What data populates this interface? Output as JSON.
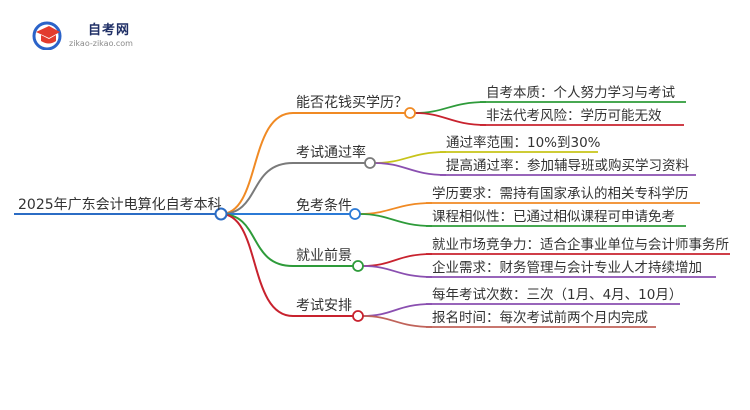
{
  "site": {
    "title": "自考网",
    "url": "zikao-zikao.com"
  },
  "root": {
    "label": "2025年广东会计电算化自考本科"
  },
  "branches": [
    {
      "label": "能否花钱买学历？",
      "color": "#f08a24",
      "children": [
        {
          "label": "自考本质：个人努力学习与考试",
          "color": "#2e9b3a"
        },
        {
          "label": "非法代考风险：学历可能无效",
          "color": "#c8222e"
        }
      ]
    },
    {
      "label": "考试通过率",
      "color": "#7a7a7a",
      "children": [
        {
          "label": "通过率范围：10%到30%",
          "color": "#c7c41a"
        },
        {
          "label": "提高通过率：参加辅导班或购买学习资料",
          "color": "#8a4fb0"
        }
      ]
    },
    {
      "label": "免考条件",
      "color": "#2b7ad6",
      "children": [
        {
          "label": "学历要求：需持有国家承认的相关专科学历",
          "color": "#f08a24"
        },
        {
          "label": "课程相似性：已通过相似课程可申请免考",
          "color": "#2e9b3a"
        }
      ]
    },
    {
      "label": "就业前景",
      "color": "#2e9b3a",
      "children": [
        {
          "label": "就业市场竞争力：适合企事业单位与会计师事务所",
          "color": "#c8222e"
        },
        {
          "label": "企业需求：财务管理与会计专业人才持续增加",
          "color": "#8a4fb0"
        }
      ]
    },
    {
      "label": "考试安排",
      "color": "#c8222e",
      "children": [
        {
          "label": "每年考试次数：三次（1月、4月、10月）",
          "color": "#8a4fb0"
        },
        {
          "label": "报名时间：每次考试前两个月内完成",
          "color": "#c0635a"
        }
      ]
    }
  ]
}
